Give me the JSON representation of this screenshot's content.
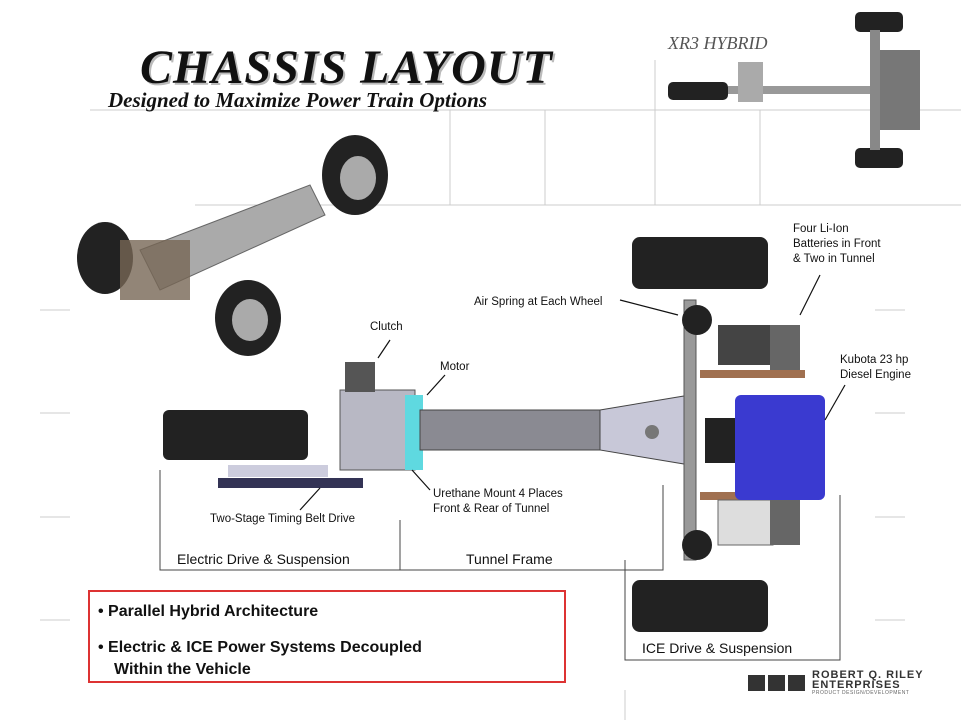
{
  "header": {
    "title": "CHASSIS LAYOUT",
    "subtitle": "Designed to Maximize Power Train Options",
    "model": "XR3 HYBRID"
  },
  "callouts": {
    "clutch": "Clutch",
    "motor": "Motor",
    "air_spring": "Air Spring at Each Wheel",
    "batteries": [
      "Four Li-Ion",
      "Batteries in Front",
      "& Two in Tunnel"
    ],
    "engine": [
      "Kubota 23 hp",
      "Diesel Engine"
    ],
    "urethane": [
      "Urethane Mount 4 Places",
      "Front & Rear of Tunnel"
    ],
    "belt": "Two-Stage Timing Belt Drive"
  },
  "sections": {
    "electric": "Electric Drive & Suspension",
    "tunnel": "Tunnel Frame",
    "ice": "ICE Drive & Suspension"
  },
  "bullets": [
    "• Parallel Hybrid Architecture",
    "• Electric & ICE Power Systems Decoupled",
    "Within the Vehicle"
  ],
  "logo": {
    "line1": "ROBERT Q. RILEY",
    "line2": "ENTERPRISES",
    "line3": "PRODUCT DESIGN/DEVELOPMENT"
  },
  "colors": {
    "frame": "#9a9aa6",
    "engine": "#3a3ad0",
    "tire": "#222",
    "accent": "#d33",
    "mount": "#5fd9e0"
  }
}
